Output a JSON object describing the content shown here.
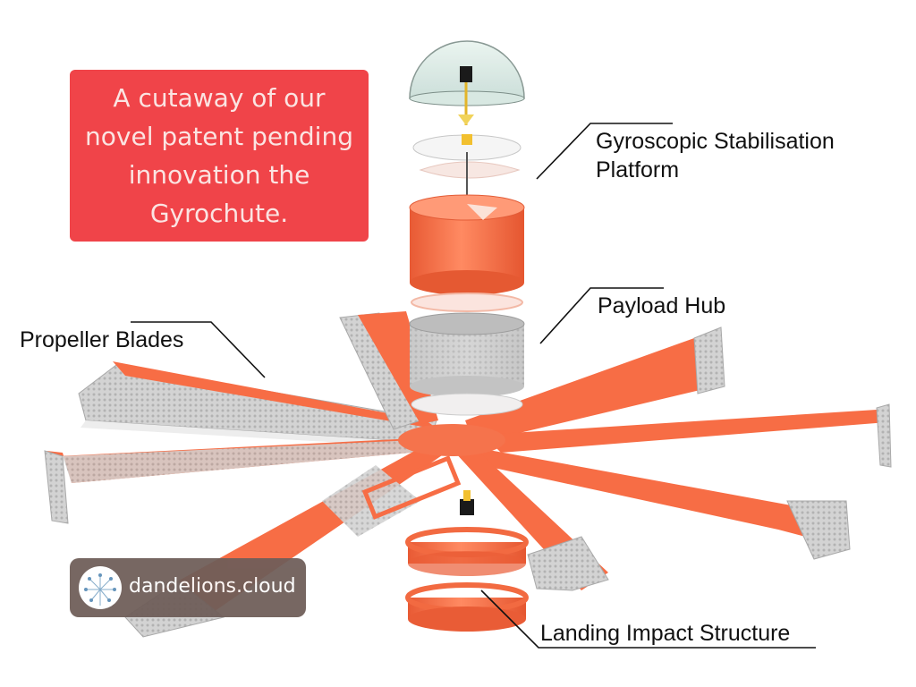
{
  "callout": {
    "text": "A cutaway of our novel patent pending innovation the Gyrochute."
  },
  "labels": {
    "gyro_line1": "Gyroscopic Stabilisation",
    "gyro_line2": "Platform",
    "payload_hub": "Payload Hub",
    "propeller_blades": "Propeller Blades",
    "landing_impact": "Landing Impact Structure"
  },
  "brand": {
    "name": "dandelions.cloud",
    "logo_icon": "dandelion-logo-icon"
  },
  "colors": {
    "callout_background": "#f04449",
    "callout_text": "#fbe4e2",
    "component_orange": "#f76d45",
    "mesh_grey": "#c9c9c9",
    "brand_background": "#6f5e59"
  }
}
